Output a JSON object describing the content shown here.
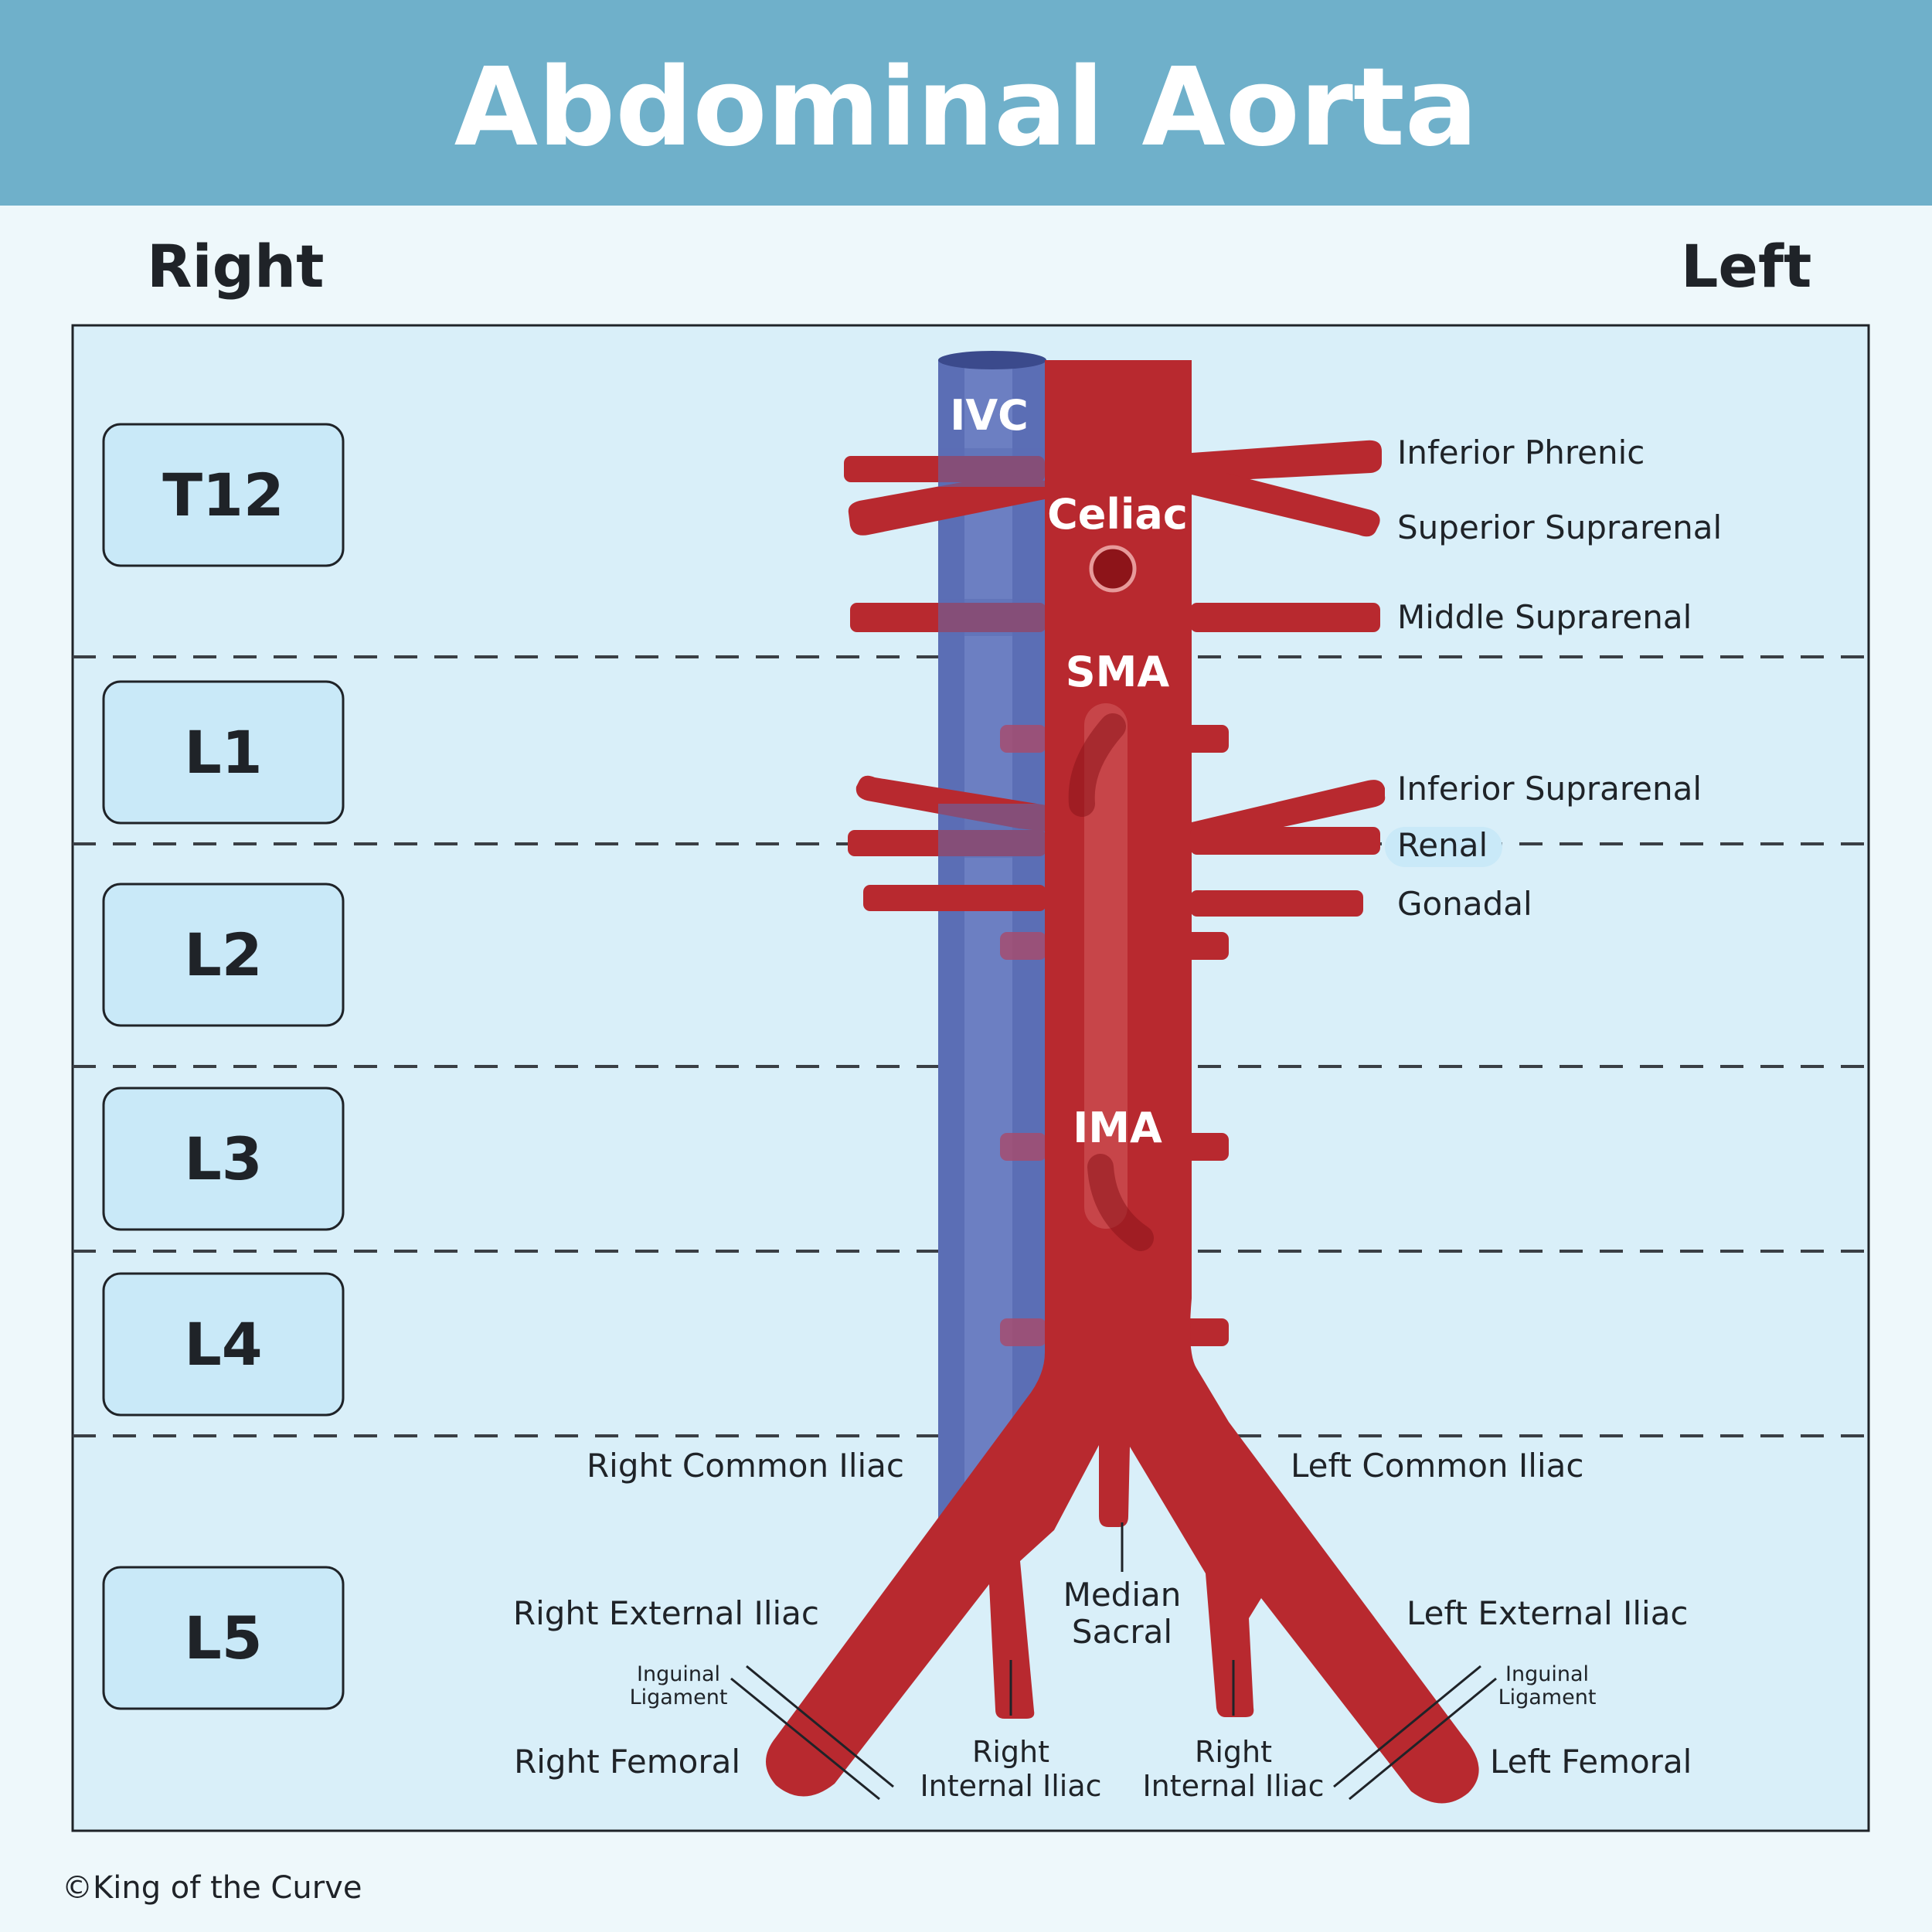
{
  "title": "Abdominal Aorta",
  "sides": {
    "right": "Right",
    "left": "Left"
  },
  "levels": [
    "T12",
    "L1",
    "L2",
    "L3",
    "L4",
    "L5"
  ],
  "vessels": {
    "ivc": "IVC",
    "celiac": "Celiac",
    "sma": "SMA",
    "ima": "IMA"
  },
  "branches": {
    "inferior_phrenic": "Inferior Phrenic",
    "superior_suprarenal": "Superior Suprarenal",
    "middle_suprarenal": "Middle Suprarenal",
    "inferior_suprarenal": "Inferior Suprarenal",
    "renal": "Renal",
    "gonadal": "Gonadal",
    "right_common_iliac": "Right Common Iliac",
    "left_common_iliac": "Left Common Iliac",
    "right_external_iliac": "Right External Iliac",
    "left_external_iliac": "Left External Iliac",
    "median_sacral_1": "Median",
    "median_sacral_2": "Sacral",
    "inguinal_1": "Inguinal",
    "inguinal_2": "Ligament",
    "right_femoral": "Right Femoral",
    "left_femoral": "Left Femoral",
    "internal_iliac_1": "Right",
    "internal_iliac_2": "Internal Iliac"
  },
  "copyright": "©King of the Curve",
  "colors": {
    "header": "#6fb0ca",
    "panel": "#d9eff9",
    "level_box": "#c9e9f8",
    "aorta": "#b8292f",
    "ivc": "#5b6eb5",
    "text": "#1f2328"
  }
}
